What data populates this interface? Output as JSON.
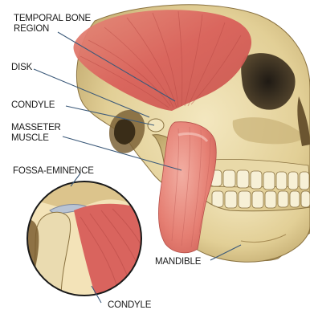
{
  "labels": {
    "temporal_line1": "TEMPORAL BONE",
    "temporal_line2": "REGION",
    "disk": "DISK",
    "condyle_top": "CONDYLE",
    "masseter_line1": "MASSETER",
    "masseter_line2": "MUSCLE",
    "fossa": "FOSSA-EMINENCE",
    "mandible": "MANDIBLE",
    "condyle_bottom": "CONDYLE"
  }
}
